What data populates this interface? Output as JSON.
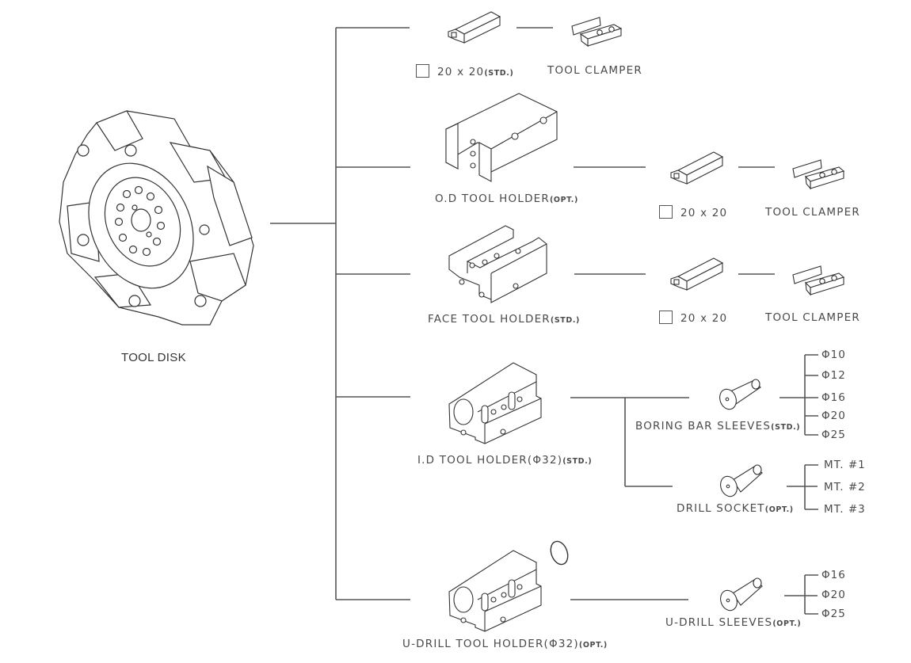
{
  "diagram": {
    "root": {
      "label": "TOOL DISK"
    },
    "branches": [
      {
        "item": {
          "label": "",
          "suffix": ""
        },
        "children": [
          {
            "label": "20 x 20",
            "suffix": "(STD.)",
            "has_checkbox": true
          },
          {
            "label": "TOOL CLAMPER",
            "suffix": ""
          }
        ]
      },
      {
        "item": {
          "label": "O.D TOOL HOLDER",
          "suffix": "(OPT.)"
        },
        "children": [
          {
            "label": "20 x 20",
            "suffix": "",
            "has_checkbox": true
          },
          {
            "label": "TOOL CLAMPER",
            "suffix": ""
          }
        ]
      },
      {
        "item": {
          "label": "FACE TOOL HOLDER",
          "suffix": "(STD.)"
        },
        "children": [
          {
            "label": "20 x 20",
            "suffix": "",
            "has_checkbox": true
          },
          {
            "label": "TOOL CLAMPER",
            "suffix": ""
          }
        ]
      },
      {
        "item": {
          "label": "I.D TOOL HOLDER(Φ32)",
          "suffix": "(STD.)"
        },
        "children": [
          {
            "label": "BORING BAR SLEEVES",
            "suffix": "(STD.)",
            "options": [
              "Φ10",
              "Φ12",
              "Φ16",
              "Φ20",
              "Φ25"
            ]
          },
          {
            "label": "DRILL SOCKET",
            "suffix": "(OPT.)",
            "options": [
              "MT. #1",
              "MT. #2",
              "MT. #3"
            ]
          }
        ]
      },
      {
        "item": {
          "label": "U-DRILL TOOL HOLDER(Φ32)",
          "suffix": "(OPT.)"
        },
        "children": [
          {
            "label": "U-DRILL SLEEVES",
            "suffix": "(OPT.)",
            "options": [
              "Φ16",
              "Φ20",
              "Φ25"
            ]
          }
        ]
      }
    ],
    "colors": {
      "line": "#555555",
      "text": "#4a4a4a",
      "drawing": "#333333"
    }
  }
}
